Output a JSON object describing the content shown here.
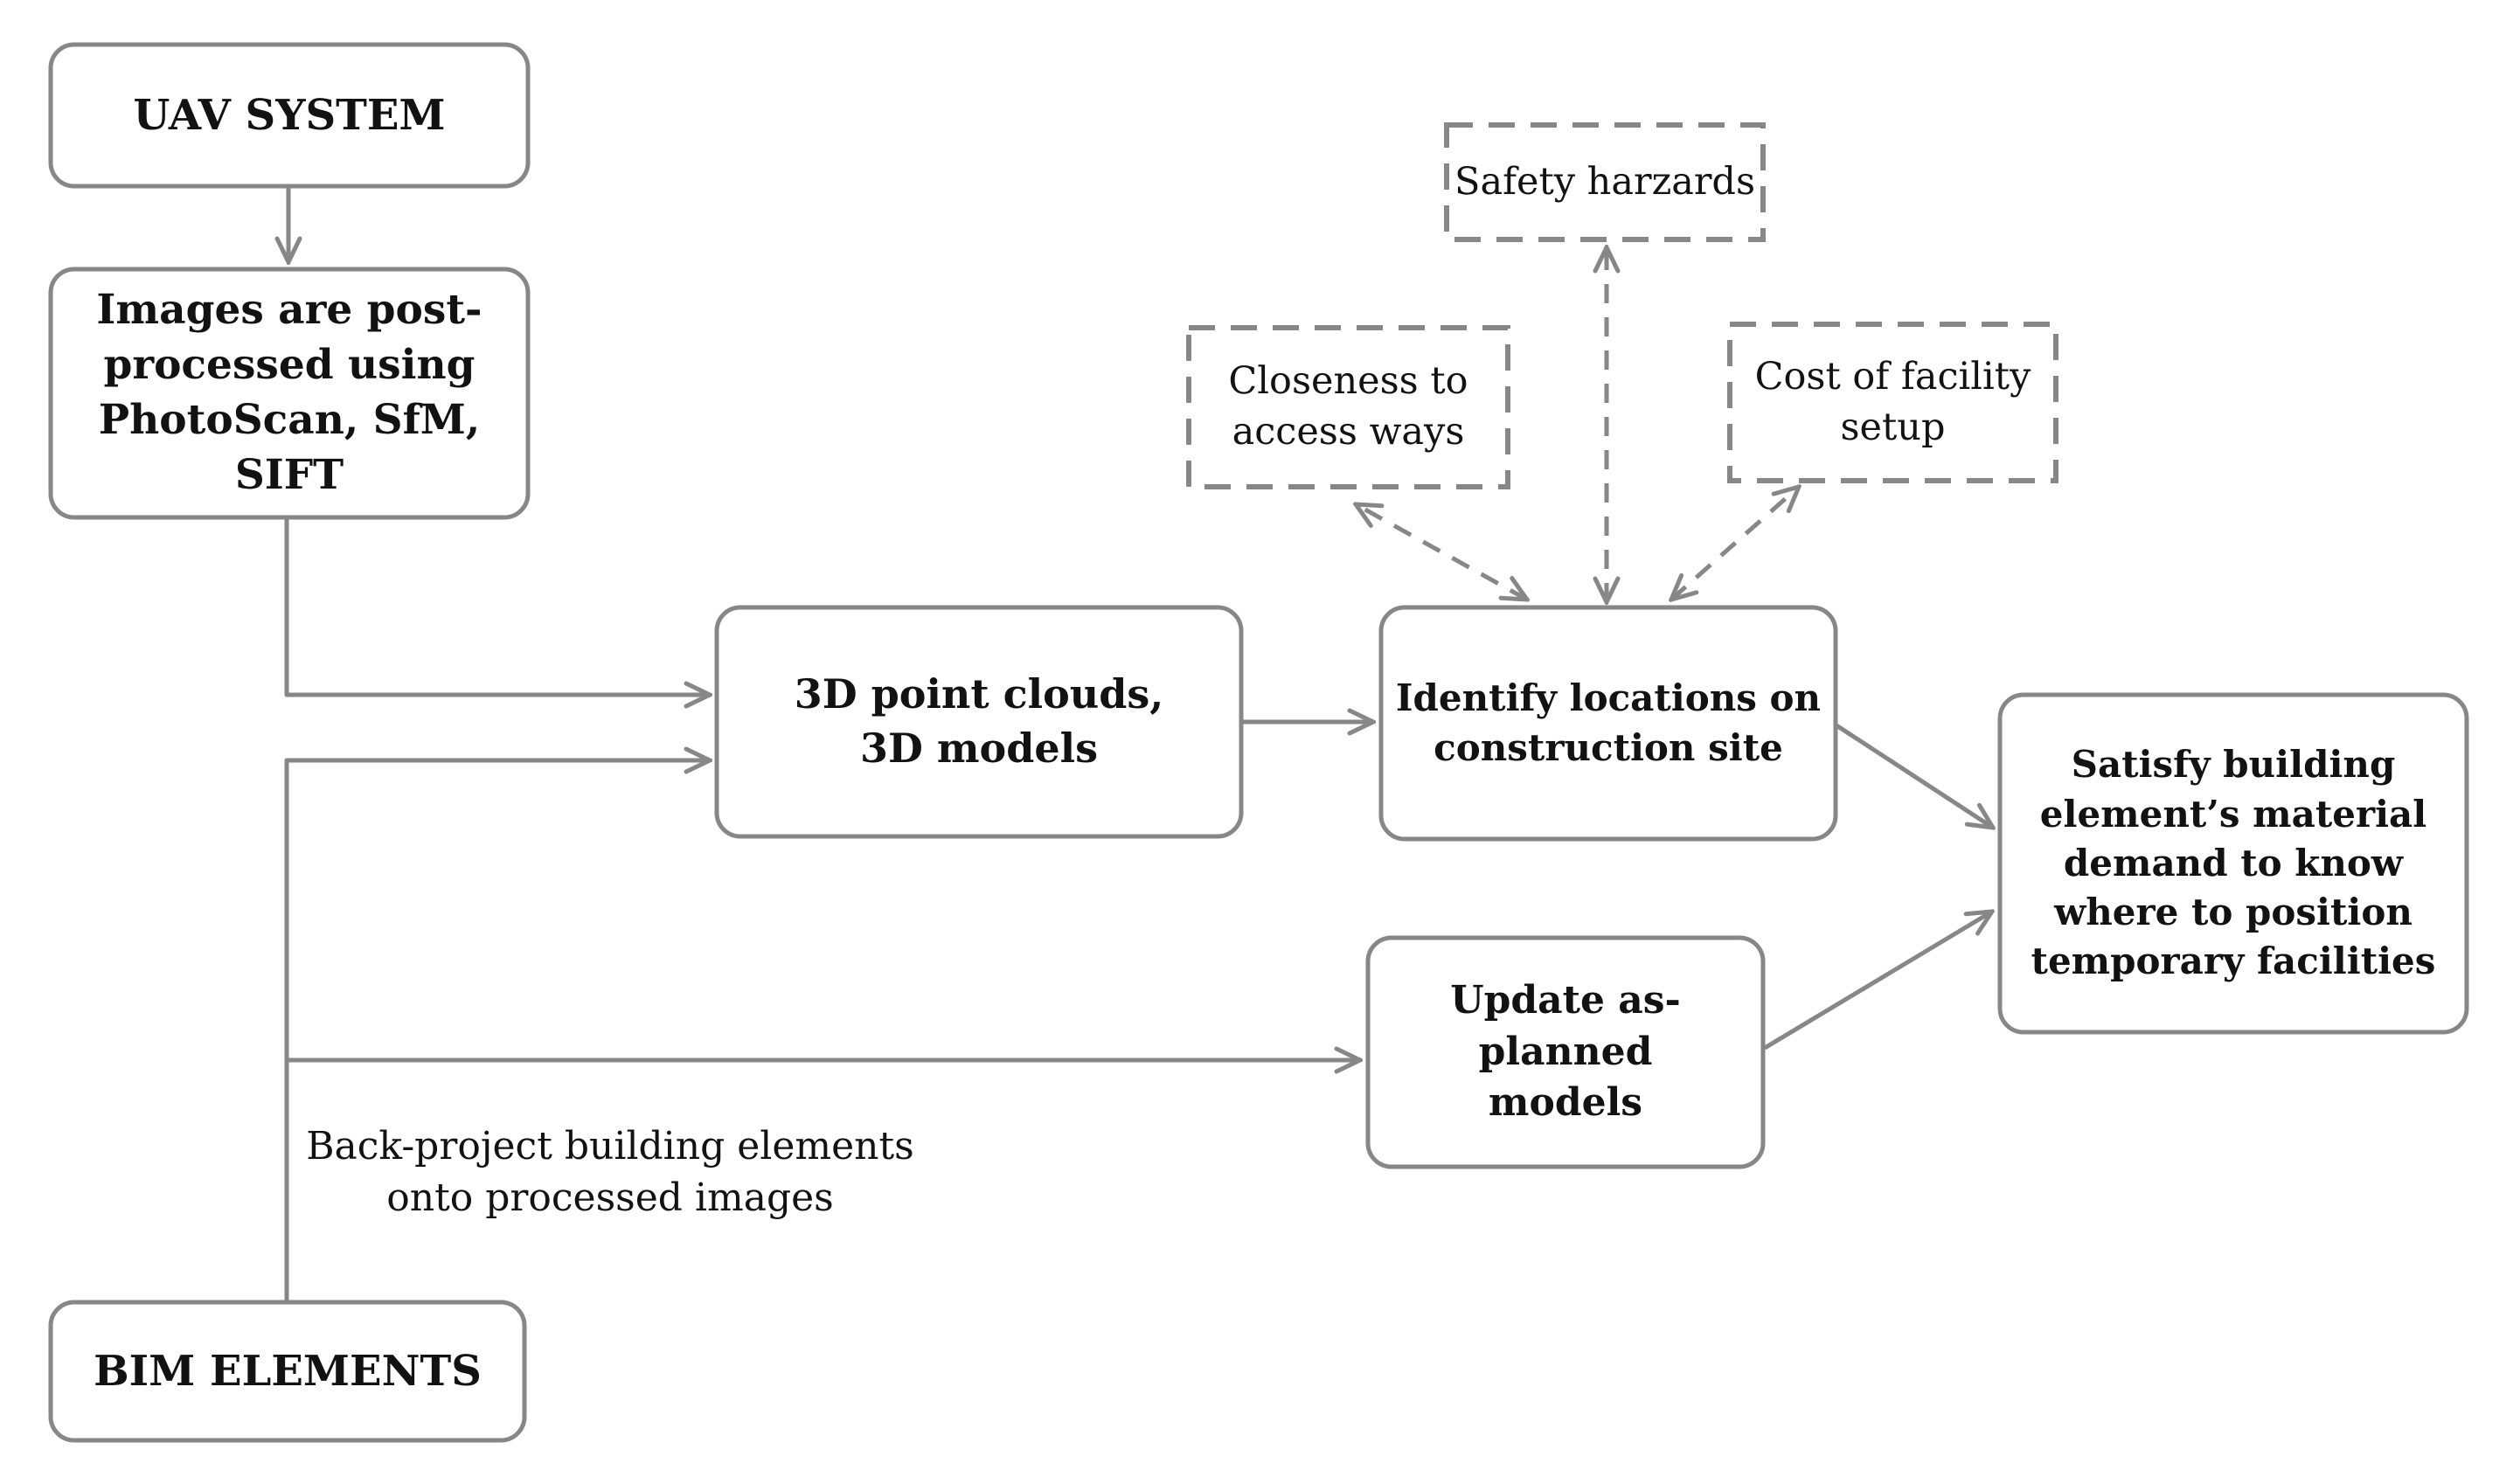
{
  "figure": {
    "type": "flowchart",
    "background": "#ffffff",
    "line_color": "#878787",
    "text_color": "#121212"
  },
  "nodes": [
    {
      "id": "uav-system",
      "label": "UAV SYSTEM",
      "shape": "rounded-solid",
      "bold": true
    },
    {
      "id": "images-postprocessed",
      "label": "Images are post-\nprocessed using\nPhotoScan, SfM,\nSIFT",
      "shape": "rounded-solid",
      "bold": true
    },
    {
      "id": "bim-elements",
      "label": "BIM ELEMENTS",
      "shape": "rounded-solid",
      "bold": true
    },
    {
      "id": "point-clouds",
      "label": "3D point clouds,\n3D models",
      "shape": "rounded-solid",
      "bold": true
    },
    {
      "id": "identify-locations",
      "label": "Identify locations on\nconstruction site",
      "shape": "rounded-solid",
      "bold": true
    },
    {
      "id": "update-models",
      "label": "Update as-planned\nmodels",
      "shape": "rounded-solid",
      "bold": true
    },
    {
      "id": "satisfy-demand",
      "label": "Satisfy building\nelement’s material\ndemand to know\nwhere to position\ntemporary facilities",
      "shape": "rounded-solid",
      "bold": true
    },
    {
      "id": "safety-hazards",
      "label": "Safety harzards",
      "shape": "dashed",
      "bold": false
    },
    {
      "id": "closeness-access",
      "label": "Closeness to\naccess ways",
      "shape": "dashed",
      "bold": false
    },
    {
      "id": "cost-setup",
      "label": "Cost of facility\nsetup",
      "shape": "dashed",
      "bold": false
    }
  ],
  "annotations": [
    {
      "id": "back-project-note",
      "text": "Back-project building elements\nonto processed images"
    }
  ],
  "connectors": [
    {
      "id": "uav-to-images",
      "from": "uav-system",
      "to": "images-postprocessed",
      "line": "solid",
      "heads": "end"
    },
    {
      "id": "images-to-pointclouds",
      "from": "images-postprocessed",
      "to": "point-clouds",
      "line": "solid",
      "heads": "end"
    },
    {
      "id": "bim-to-pointclouds",
      "from": "bim-elements",
      "to": "point-clouds",
      "line": "solid",
      "heads": "end"
    },
    {
      "id": "bim-to-update",
      "from": "bim-elements",
      "to": "update-models",
      "line": "solid",
      "heads": "end"
    },
    {
      "id": "pointclouds-to-identify",
      "from": "point-clouds",
      "to": "identify-locations",
      "line": "solid",
      "heads": "end"
    },
    {
      "id": "identify-to-satisfy",
      "from": "identify-locations",
      "to": "satisfy-demand",
      "line": "solid",
      "heads": "end"
    },
    {
      "id": "update-to-satisfy",
      "from": "update-models",
      "to": "satisfy-demand",
      "line": "solid",
      "heads": "end"
    },
    {
      "id": "identify-safety",
      "from": "identify-locations",
      "to": "safety-hazards",
      "line": "dashed",
      "heads": "both"
    },
    {
      "id": "identify-closeness",
      "from": "identify-locations",
      "to": "closeness-access",
      "line": "dashed",
      "heads": "both"
    },
    {
      "id": "identify-cost",
      "from": "identify-locations",
      "to": "cost-setup",
      "line": "dashed",
      "heads": "both"
    }
  ]
}
